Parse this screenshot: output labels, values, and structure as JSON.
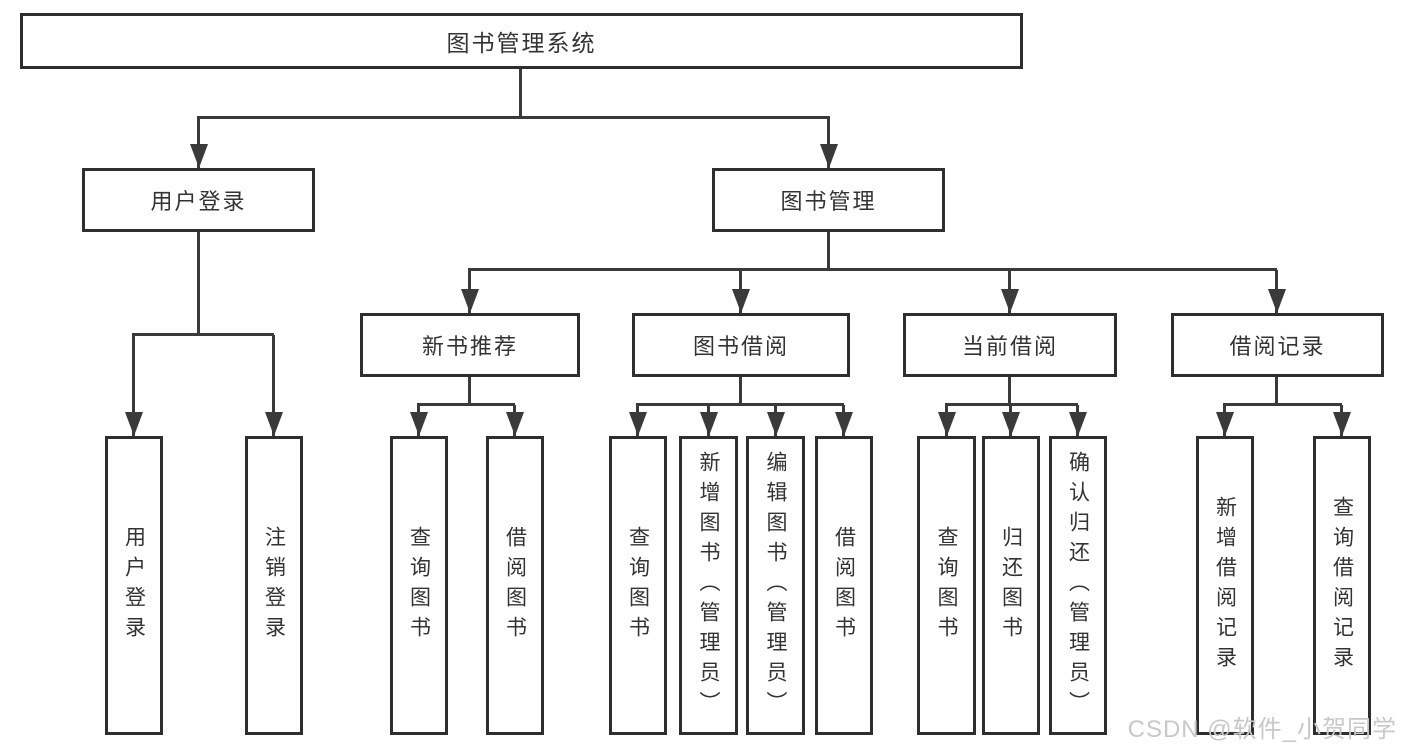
{
  "diagram": {
    "type": "hierarchy-tree",
    "tree": {
      "root": {
        "label": "图书管理系统"
      },
      "children": [
        {
          "label": "用户登录",
          "children": [
            {
              "label": "用户登录"
            },
            {
              "label": "注销登录"
            }
          ]
        },
        {
          "label": "图书管理",
          "children": [
            {
              "label": "新书推荐",
              "children": [
                {
                  "label": "查询图书"
                },
                {
                  "label": "借阅图书"
                }
              ]
            },
            {
              "label": "图书借阅",
              "children": [
                {
                  "label": "查询图书"
                },
                {
                  "label": "新增图书（管理员）"
                },
                {
                  "label": "编辑图书（管理员）"
                },
                {
                  "label": "借阅图书"
                }
              ]
            },
            {
              "label": "当前借阅",
              "children": [
                {
                  "label": "查询图书"
                },
                {
                  "label": "归还图书"
                },
                {
                  "label": "确认归还（管理员）"
                }
              ]
            },
            {
              "label": "借阅记录",
              "children": [
                {
                  "label": "新增借阅记录"
                },
                {
                  "label": "查询借阅记录"
                }
              ]
            }
          ]
        }
      ]
    },
    "watermark": {
      "text": "CSDN @软件_小贺同学",
      "color": "#c8c8c8"
    },
    "colors": {
      "line": "#3a3a3a",
      "box_border": "#2e2e2e",
      "text": "#333333",
      "background": "#ffffff"
    }
  }
}
